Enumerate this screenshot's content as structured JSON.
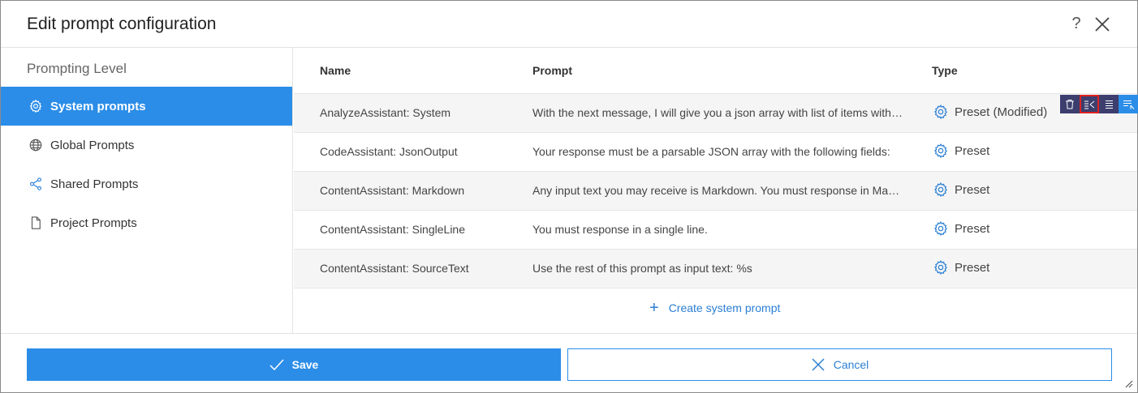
{
  "dialog": {
    "title": "Edit prompt configuration",
    "help_label": "?"
  },
  "sidebar": {
    "heading": "Prompting Level",
    "items": [
      {
        "label": "System prompts",
        "icon": "gear-icon",
        "active": true
      },
      {
        "label": "Global Prompts",
        "icon": "globe-icon",
        "active": false
      },
      {
        "label": "Shared Prompts",
        "icon": "share-icon",
        "active": false
      },
      {
        "label": "Project Prompts",
        "icon": "file-icon",
        "active": false
      }
    ]
  },
  "table": {
    "columns": [
      "Name",
      "Prompt",
      "Type"
    ],
    "rows": [
      {
        "name": "AnalyzeAssistant: System",
        "prompt": "With the next message, I will give you a json array with list of items with the following fields:",
        "type": "Preset (Modified)"
      },
      {
        "name": "CodeAssistant: JsonOutput",
        "prompt": "Your response must be a parsable JSON array with the following fields:",
        "type": "Preset"
      },
      {
        "name": "ContentAssistant: Markdown",
        "prompt": "Any input text you may receive is Markdown. You must response in Markdown.",
        "type": "Preset"
      },
      {
        "name": "ContentAssistant: SingleLine",
        "prompt": "You must response in a single line.",
        "type": "Preset"
      },
      {
        "name": "ContentAssistant: SourceText",
        "prompt": "Use the rest of this prompt as input text: %s",
        "type": "Preset"
      }
    ],
    "row_actions": [
      "delete-icon",
      "diff-icon",
      "view-icon",
      "edit-icon"
    ],
    "create_label": "Create system prompt"
  },
  "footer": {
    "save_label": "Save",
    "cancel_label": "Cancel"
  },
  "colors": {
    "accent": "#2b8de8",
    "action_bar": "#3c3e6e",
    "highlight": "#e02020"
  }
}
